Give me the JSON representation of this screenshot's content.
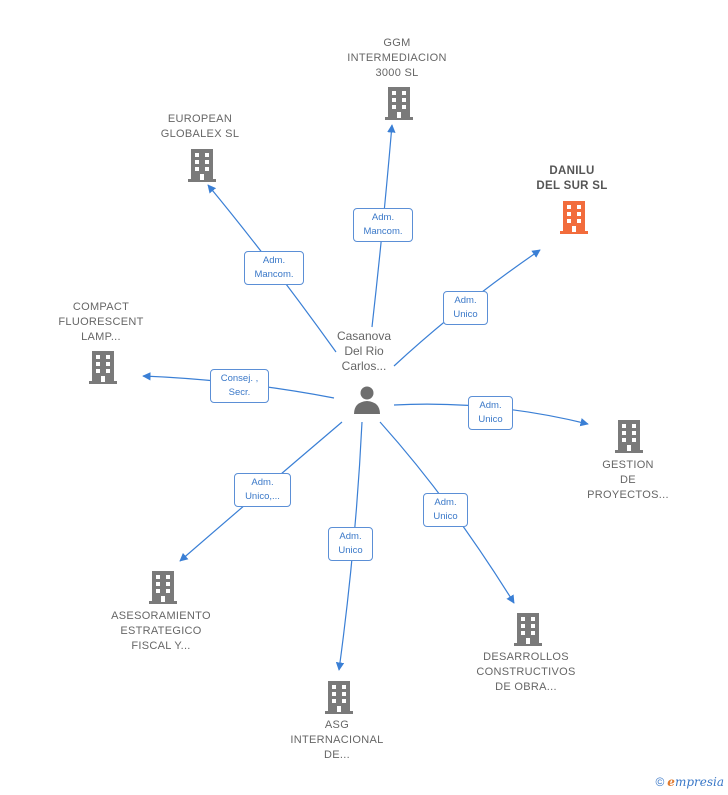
{
  "center": {
    "label": "Casanova\nDel Rio\nCarlos..."
  },
  "nodes": [
    {
      "id": "ggm",
      "label": "GGM\nINTERMEDIACION\n3000  SL",
      "highlight": false
    },
    {
      "id": "european",
      "label": "EUROPEAN\nGLOBALEX SL",
      "highlight": false
    },
    {
      "id": "danilu",
      "label": "DANILU\nDEL SUR  SL",
      "highlight": true
    },
    {
      "id": "compact",
      "label": "COMPACT\nFLUORESCENT\nLAMP...",
      "highlight": false
    },
    {
      "id": "gestion",
      "label": "GESTION\nDE\nPROYECTOS...",
      "highlight": false
    },
    {
      "id": "asesoramiento",
      "label": "ASESORAMIENTO\nESTRATEGICO\nFISCAL Y...",
      "highlight": false
    },
    {
      "id": "desarrollos",
      "label": "DESARROLLOS\nCONSTRUCTIVOS\nDE OBRA...",
      "highlight": false
    },
    {
      "id": "asg",
      "label": "ASG\nINTERNACIONAL\nDE...",
      "highlight": false
    }
  ],
  "relations": [
    {
      "target": "ggm",
      "label": "Adm.\nMancom."
    },
    {
      "target": "european",
      "label": "Adm.\nMancom."
    },
    {
      "target": "danilu",
      "label": "Adm.\nUnico"
    },
    {
      "target": "compact",
      "label": "Consej. ,\nSecr."
    },
    {
      "target": "gestion",
      "label": "Adm.\nUnico"
    },
    {
      "target": "asesoramiento",
      "label": "Adm.\nUnico,..."
    },
    {
      "target": "desarrollos",
      "label": "Adm.\nUnico"
    },
    {
      "target": "asg",
      "label": "Adm.\nUnico"
    }
  ],
  "colors": {
    "edge": "#3a7fd5",
    "building": "#7a7a7a",
    "building_highlight": "#f26c3c",
    "person": "#6e6e6e"
  },
  "footer": {
    "copyright": "©",
    "brand_first": "e",
    "brand_rest": "mpresia"
  }
}
